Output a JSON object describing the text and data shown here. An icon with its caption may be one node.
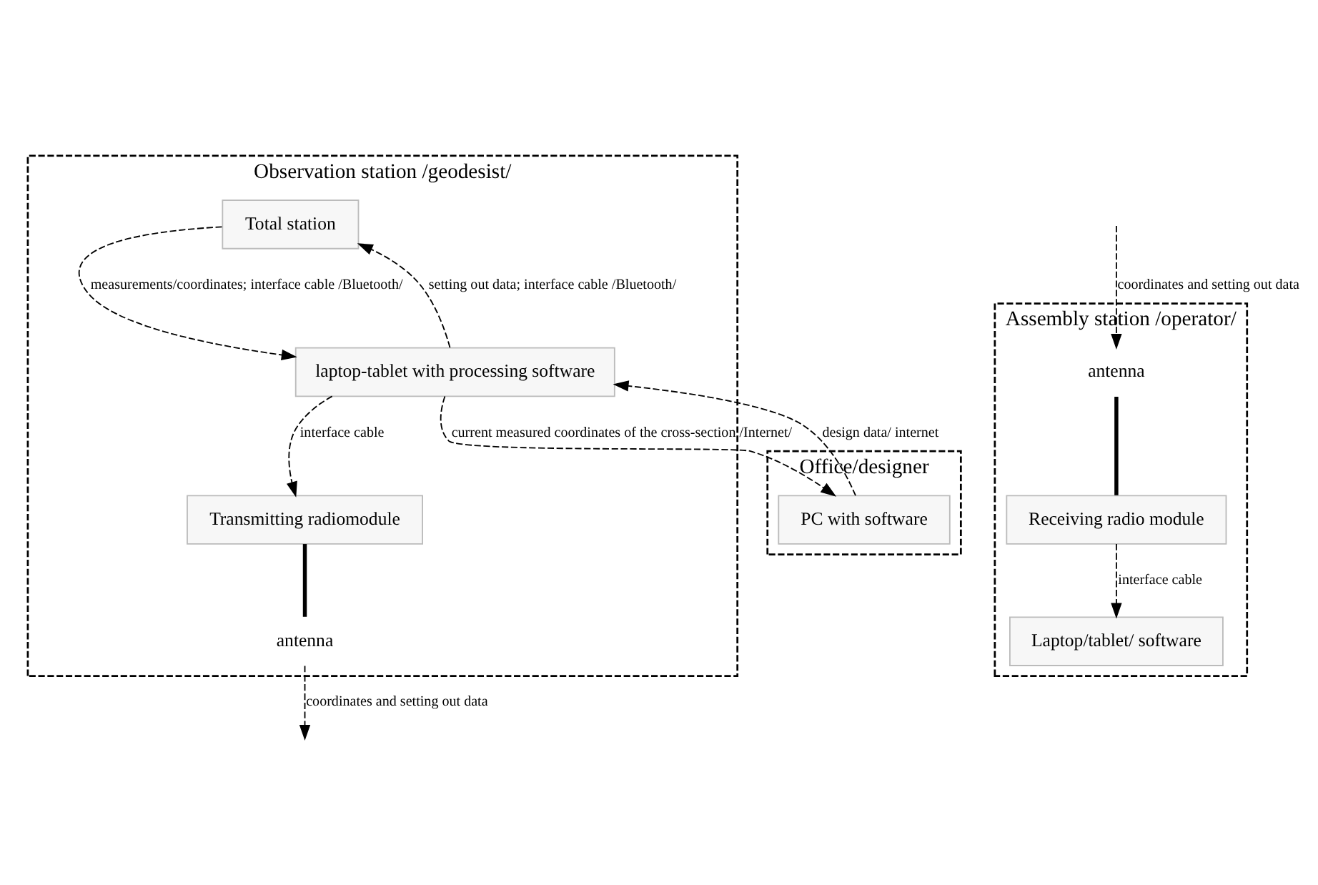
{
  "diagram": {
    "nodes": [
      {
        "text": [
          "Observation station /geodesist/"
        ]
      },
      {
        "text": [
          "Total station"
        ],
        "in": 0
      },
      {
        "text": [
          "laptop-tablet with processing software"
        ],
        "in": 0
      },
      {
        "text": [
          "Transmitting radiomodule"
        ],
        "in": 0
      },
      {
        "text": [
          "antenna"
        ],
        "in": 0
      },
      {
        "text": [
          "Assembly station /operator/"
        ]
      },
      {
        "text": [
          "Laptop/tablet/ software"
        ],
        "in": 5
      },
      {
        "text": [
          "Receiving radio module"
        ],
        "in": 5
      },
      {
        "text": [
          "antenna"
        ],
        "in": 5
      },
      {
        "text": [
          "Office/designer"
        ]
      },
      {
        "text": [
          "PC with software"
        ],
        "in": 9
      }
    ],
    "edges": [
      {
        "from": 1,
        "to": 2,
        "arrow": "to",
        "label": "measurements/coordinates; interface cable /Bluetooth/",
        "style": "dashed"
      },
      {
        "from": 2,
        "to": 1,
        "arrow": "to",
        "label": "setting out data; interface cable /Bluetooth/",
        "style": "dashed"
      },
      {
        "from": 2,
        "to": 3,
        "arrow": "to",
        "label": "interface cable",
        "style": "dashed"
      },
      {
        "from": 3,
        "to": 4,
        "arrow": "none",
        "style": "thick"
      },
      {
        "from": 4,
        "to": null,
        "arrow": "to",
        "label": "coordinates and setting out data",
        "style": "dashed"
      },
      {
        "from": null,
        "to": 8,
        "arrow": "to",
        "label": "coordinates and setting out data",
        "style": "dashed"
      },
      {
        "from": 8,
        "to": 7,
        "arrow": "none",
        "style": "thick"
      },
      {
        "from": 7,
        "to": 6,
        "arrow": "to",
        "label": "interface cable",
        "style": "dashed"
      },
      {
        "from": 2,
        "to": 10,
        "arrow": "to",
        "label": "current measured coordinates of the cross-section /Internet/",
        "style": "dashed"
      },
      {
        "from": 10,
        "to": 2,
        "arrow": "to",
        "label": "design data/ internet",
        "style": "dashed"
      }
    ]
  }
}
